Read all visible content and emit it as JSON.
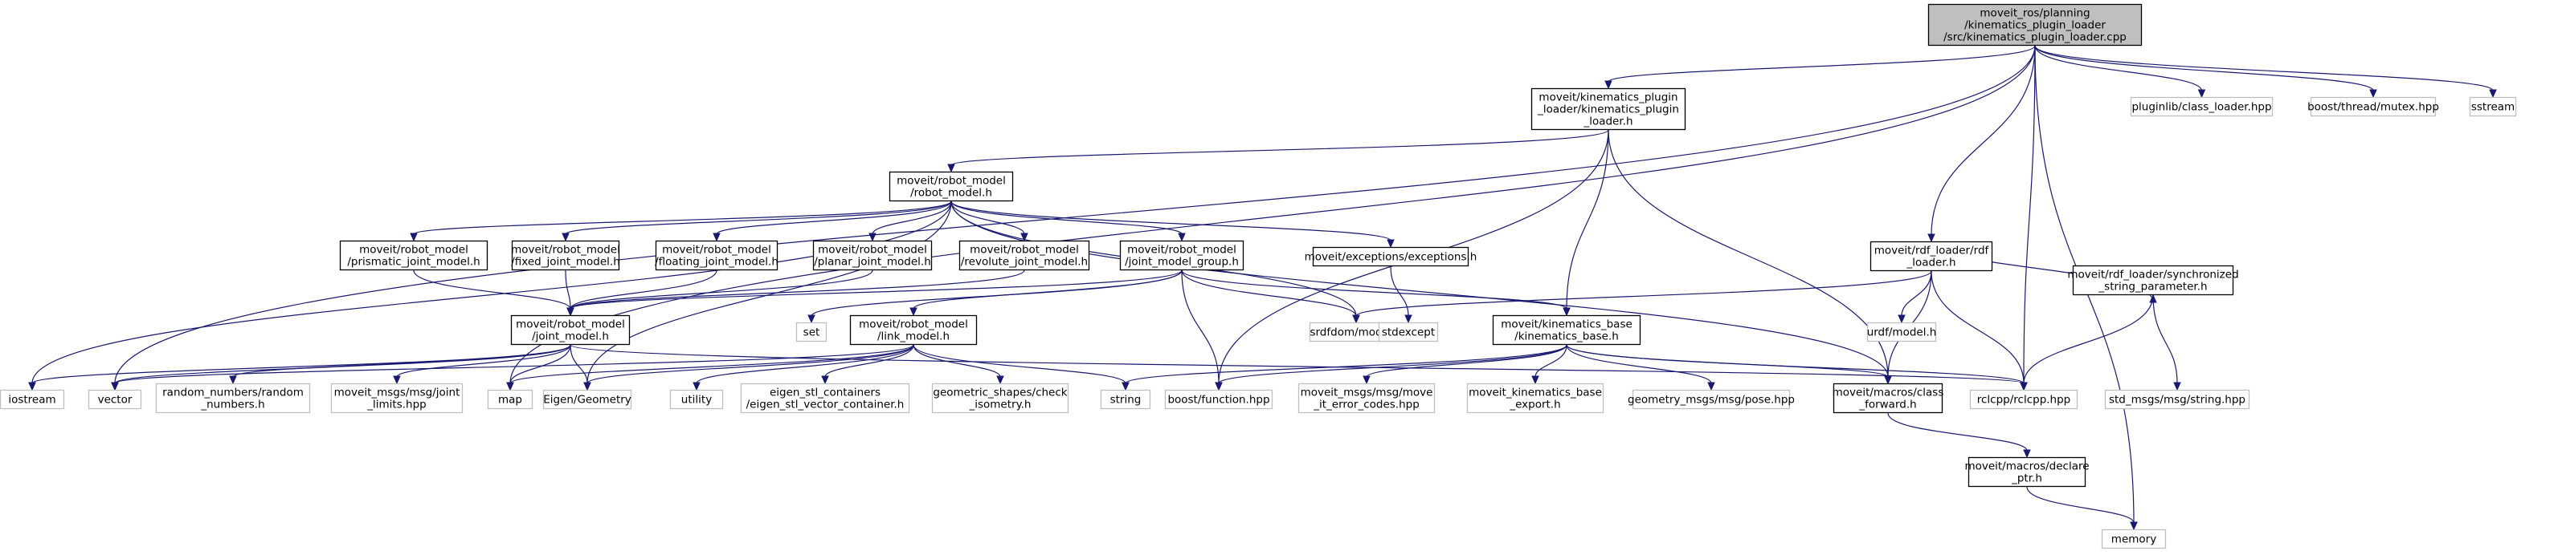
{
  "colors": {
    "edge": "#191970",
    "root_fill": "#bfbfbf",
    "grey_border": "#bfbfbf",
    "solid_border": "#000000"
  },
  "nodes": [
    {
      "id": "root",
      "style": "root",
      "lines": [
        "moveit_ros/planning",
        "/kinematics_plugin_loader",
        "/src/kinematics_plugin_loader.cpp"
      ]
    },
    {
      "id": "kpl_h",
      "style": "solid",
      "lines": [
        "moveit/kinematics_plugin",
        "_loader/kinematics_plugin",
        "_loader.h"
      ]
    },
    {
      "id": "classloader",
      "style": "grey",
      "lines": [
        "pluginlib/class_loader.hpp"
      ]
    },
    {
      "id": "mutex",
      "style": "grey",
      "lines": [
        "boost/thread/mutex.hpp"
      ]
    },
    {
      "id": "sstream",
      "style": "grey",
      "lines": [
        "sstream"
      ]
    },
    {
      "id": "robot_model",
      "style": "solid",
      "lines": [
        "moveit/robot_model",
        "/robot_model.h"
      ]
    },
    {
      "id": "rdf_loader",
      "style": "solid",
      "lines": [
        "moveit/rdf_loader/rdf",
        "_loader.h"
      ]
    },
    {
      "id": "prismatic",
      "style": "solid",
      "lines": [
        "moveit/robot_model",
        "/prismatic_joint_model.h"
      ]
    },
    {
      "id": "fixed",
      "style": "solid",
      "lines": [
        "moveit/robot_model",
        "/fixed_joint_model.h"
      ]
    },
    {
      "id": "floating",
      "style": "solid",
      "lines": [
        "moveit/robot_model",
        "/floating_joint_model.h"
      ]
    },
    {
      "id": "planar",
      "style": "solid",
      "lines": [
        "moveit/robot_model",
        "/planar_joint_model.h"
      ]
    },
    {
      "id": "revolute",
      "style": "solid",
      "lines": [
        "moveit/robot_model",
        "/revolute_joint_model.h"
      ]
    },
    {
      "id": "jmg",
      "style": "solid",
      "lines": [
        "moveit/robot_model",
        "/joint_model_group.h"
      ]
    },
    {
      "id": "exceptions",
      "style": "solid",
      "lines": [
        "moveit/exceptions/exceptions.h"
      ]
    },
    {
      "id": "sync_param",
      "style": "solid",
      "lines": [
        "moveit/rdf_loader/synchronized",
        "_string_parameter.h"
      ]
    },
    {
      "id": "joint_model",
      "style": "solid",
      "lines": [
        "moveit/robot_model",
        "/joint_model.h"
      ]
    },
    {
      "id": "set",
      "style": "grey",
      "lines": [
        "set"
      ]
    },
    {
      "id": "link_model",
      "style": "solid",
      "lines": [
        "moveit/robot_model",
        "/link_model.h"
      ]
    },
    {
      "id": "srdfdom",
      "style": "grey",
      "lines": [
        "srdfdom/model.h"
      ]
    },
    {
      "id": "stdexcept",
      "style": "grey",
      "lines": [
        "stdexcept"
      ]
    },
    {
      "id": "kin_base",
      "style": "solid",
      "lines": [
        "moveit/kinematics_base",
        "/kinematics_base.h"
      ]
    },
    {
      "id": "urdf",
      "style": "grey",
      "lines": [
        "urdf/model.h"
      ]
    },
    {
      "id": "iostream",
      "style": "grey",
      "lines": [
        "iostream"
      ]
    },
    {
      "id": "vector",
      "style": "grey",
      "lines": [
        "vector"
      ]
    },
    {
      "id": "random",
      "style": "grey",
      "lines": [
        "random_numbers/random",
        "_numbers.h"
      ]
    },
    {
      "id": "joint_limits",
      "style": "grey",
      "lines": [
        "moveit_msgs/msg/joint",
        "_limits.hpp"
      ]
    },
    {
      "id": "map",
      "style": "grey",
      "lines": [
        "map"
      ]
    },
    {
      "id": "eigen_geom",
      "style": "grey",
      "lines": [
        "Eigen/Geometry"
      ]
    },
    {
      "id": "utility",
      "style": "grey",
      "lines": [
        "utility"
      ]
    },
    {
      "id": "eigen_stl",
      "style": "grey",
      "lines": [
        "eigen_stl_containers",
        "/eigen_stl_vector_container.h"
      ]
    },
    {
      "id": "geom_shapes",
      "style": "grey",
      "lines": [
        "geometric_shapes/check",
        "_isometry.h"
      ]
    },
    {
      "id": "string",
      "style": "grey",
      "lines": [
        "string"
      ]
    },
    {
      "id": "boost_function",
      "style": "grey",
      "lines": [
        "boost/function.hpp"
      ]
    },
    {
      "id": "error_codes",
      "style": "grey",
      "lines": [
        "moveit_msgs/msg/move",
        "_it_error_codes.hpp"
      ]
    },
    {
      "id": "kb_export",
      "style": "grey",
      "lines": [
        "moveit_kinematics_base",
        "_export.h"
      ]
    },
    {
      "id": "pose",
      "style": "grey",
      "lines": [
        "geometry_msgs/msg/pose.hpp"
      ]
    },
    {
      "id": "class_forward",
      "style": "solid",
      "lines": [
        "moveit/macros/class",
        "_forward.h"
      ]
    },
    {
      "id": "rclcpp",
      "style": "grey",
      "lines": [
        "rclcpp/rclcpp.hpp"
      ]
    },
    {
      "id": "std_string",
      "style": "grey",
      "lines": [
        "std_msgs/msg/string.hpp"
      ]
    },
    {
      "id": "declare_ptr",
      "style": "solid",
      "lines": [
        "moveit/macros/declare",
        "_ptr.h"
      ]
    },
    {
      "id": "memory",
      "style": "grey",
      "lines": [
        "memory"
      ]
    }
  ],
  "edges": [
    [
      "root",
      "kpl_h"
    ],
    [
      "root",
      "classloader"
    ],
    [
      "root",
      "mutex"
    ],
    [
      "root",
      "sstream"
    ],
    [
      "root",
      "vector"
    ],
    [
      "root",
      "map"
    ],
    [
      "root",
      "rdf_loader"
    ],
    [
      "root",
      "rclcpp"
    ],
    [
      "root",
      "memory"
    ],
    [
      "kpl_h",
      "robot_model"
    ],
    [
      "kpl_h",
      "kin_base"
    ],
    [
      "kpl_h",
      "boost_function"
    ],
    [
      "kpl_h",
      "class_forward"
    ],
    [
      "robot_model",
      "prismatic"
    ],
    [
      "robot_model",
      "fixed"
    ],
    [
      "robot_model",
      "floating"
    ],
    [
      "robot_model",
      "planar"
    ],
    [
      "robot_model",
      "revolute"
    ],
    [
      "robot_model",
      "jmg"
    ],
    [
      "robot_model",
      "exceptions"
    ],
    [
      "robot_model",
      "iostream"
    ],
    [
      "robot_model",
      "eigen_geom"
    ],
    [
      "robot_model",
      "srdfdom"
    ],
    [
      "robot_model",
      "class_forward"
    ],
    [
      "prismatic",
      "joint_model"
    ],
    [
      "fixed",
      "joint_model"
    ],
    [
      "floating",
      "joint_model"
    ],
    [
      "planar",
      "joint_model"
    ],
    [
      "revolute",
      "joint_model"
    ],
    [
      "jmg",
      "joint_model"
    ],
    [
      "jmg",
      "link_model"
    ],
    [
      "jmg",
      "srdfdom"
    ],
    [
      "jmg",
      "set"
    ],
    [
      "jmg",
      "boost_function"
    ],
    [
      "jmg",
      "kin_base"
    ],
    [
      "exceptions",
      "stdexcept"
    ],
    [
      "joint_model",
      "iostream"
    ],
    [
      "joint_model",
      "vector"
    ],
    [
      "joint_model",
      "random"
    ],
    [
      "joint_model",
      "joint_limits"
    ],
    [
      "joint_model",
      "map"
    ],
    [
      "joint_model",
      "eigen_geom"
    ],
    [
      "joint_model",
      "rclcpp"
    ],
    [
      "link_model",
      "vector"
    ],
    [
      "link_model",
      "map"
    ],
    [
      "link_model",
      "eigen_geom"
    ],
    [
      "link_model",
      "utility"
    ],
    [
      "link_model",
      "eigen_stl"
    ],
    [
      "link_model",
      "geom_shapes"
    ],
    [
      "link_model",
      "string"
    ],
    [
      "kin_base",
      "string"
    ],
    [
      "kin_base",
      "boost_function"
    ],
    [
      "kin_base",
      "error_codes"
    ],
    [
      "kin_base",
      "kb_export"
    ],
    [
      "kin_base",
      "pose"
    ],
    [
      "kin_base",
      "class_forward"
    ],
    [
      "kin_base",
      "rclcpp"
    ],
    [
      "rdf_loader",
      "srdfdom"
    ],
    [
      "rdf_loader",
      "urdf"
    ],
    [
      "rdf_loader",
      "class_forward"
    ],
    [
      "rdf_loader",
      "sync_param"
    ],
    [
      "rdf_loader",
      "rclcpp"
    ],
    [
      "sync_param",
      "rclcpp"
    ],
    [
      "sync_param",
      "std_string"
    ],
    [
      "class_forward",
      "declare_ptr"
    ],
    [
      "declare_ptr",
      "memory"
    ]
  ]
}
